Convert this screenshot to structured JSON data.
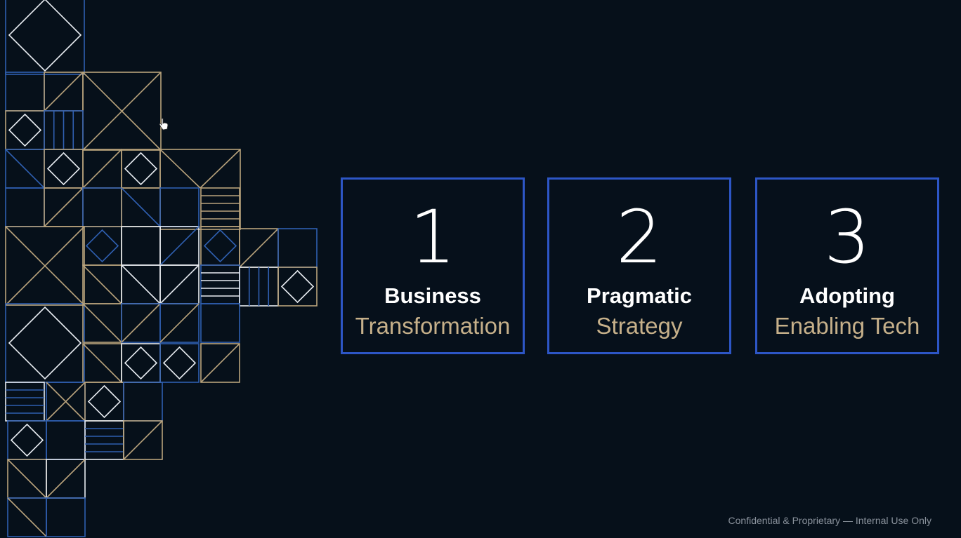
{
  "colors": {
    "background": "#06101a",
    "box_border": "#2d56c6",
    "title_text": "#ffffff",
    "subtitle_text": "#c6b08a",
    "footer_text": "#8a929c",
    "pattern_gold": "#b9a37c",
    "pattern_blue": "#2f5fb0",
    "pattern_white": "#e8ecf1"
  },
  "pillars": [
    {
      "number": "1",
      "title": "Business",
      "subtitle": "Transformation"
    },
    {
      "number": "2",
      "title": "Pragmatic",
      "subtitle": "Strategy"
    },
    {
      "number": "3",
      "title": "Adopting",
      "subtitle": "Enabling Tech"
    }
  ],
  "footer": {
    "text": "Confidential & Proprietary — Internal Use Only"
  },
  "decoration": {
    "pattern_icon": "geometric-tile-pattern",
    "cursor_icon": "hand-pointer-icon"
  }
}
